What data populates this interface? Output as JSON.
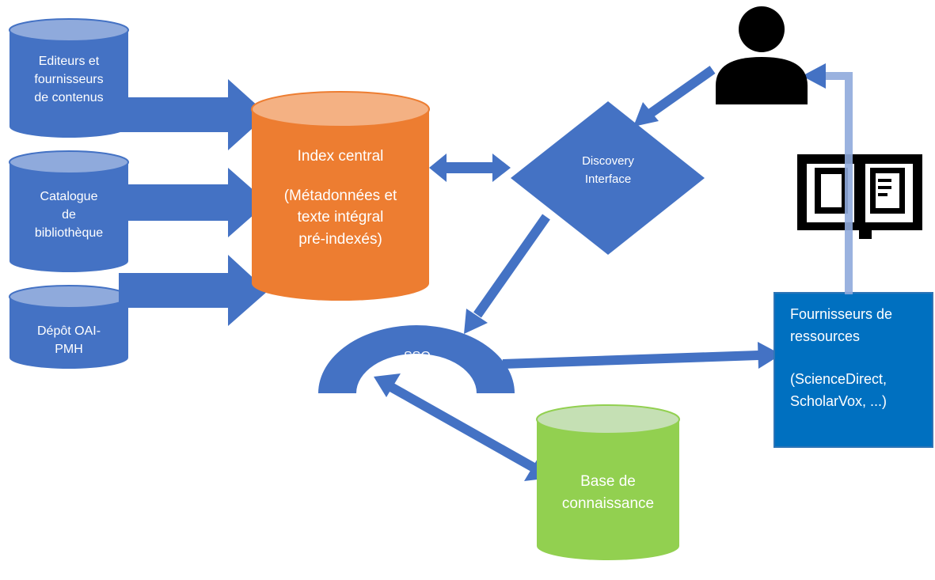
{
  "sources": [
    {
      "lines": [
        "Editeurs et",
        "fournisseurs",
        "de contenus"
      ]
    },
    {
      "lines": [
        "Catalogue",
        "de",
        "bibliothèque"
      ]
    },
    {
      "lines": [
        "Dépôt OAI-",
        "PMH"
      ]
    }
  ],
  "index": {
    "title": "Index central",
    "details": [
      "(Métadonnées et",
      "texte intégral",
      "pré-indexés)"
    ]
  },
  "discovery": {
    "lines": [
      "Discovery",
      "Interface"
    ]
  },
  "sso": {
    "label": "SSO"
  },
  "providers": {
    "lines": [
      "Fournisseurs de",
      "ressources"
    ],
    "examples": [
      "(ScienceDirect,",
      "ScholarVox, ...)"
    ]
  },
  "knowledge_base": {
    "lines": [
      "Base de",
      "connaissance"
    ]
  },
  "colors": {
    "source_blue": "#4472c4",
    "source_top": "#8faadc",
    "index_orange": "#ed7d31",
    "index_top": "#f4b183",
    "kb_green": "#92d050",
    "kb_top": "#c5e0b4",
    "provider_blue": "#0070c0",
    "arrow_blue": "#4472c4",
    "icon_black": "#000000"
  }
}
